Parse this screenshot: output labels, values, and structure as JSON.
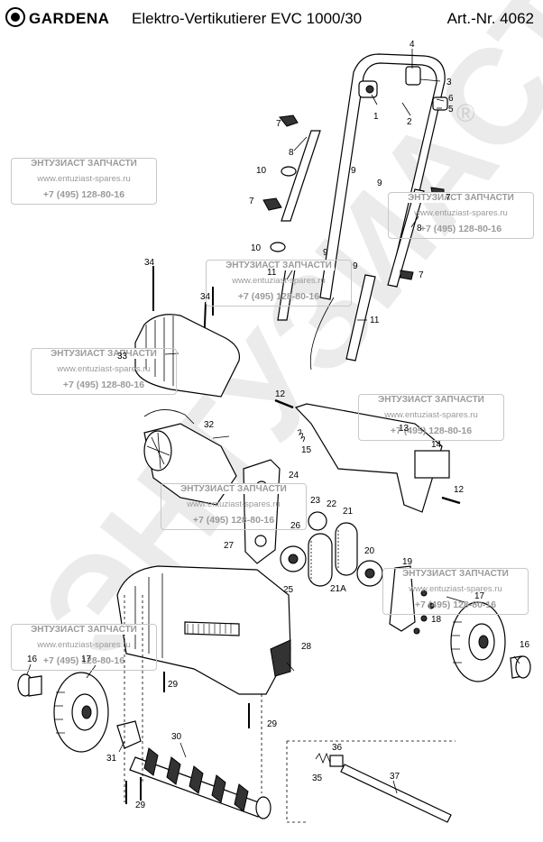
{
  "header": {
    "brand": "GARDENA",
    "title": "Elektro-Vertikutierer EVC 1000/30",
    "article": "Art.-Nr. 4062"
  },
  "watermark": {
    "name": "ЭНТУЗИАСТ ЗАПЧАСТИ",
    "site": "www.entuziast-spares.ru",
    "phone": "+7 (495) 128-80-16",
    "big_text": "ЭНТУЗИАСТ",
    "reg": "®"
  },
  "callouts": [
    "1",
    "2",
    "3",
    "4",
    "5",
    "6",
    "7",
    "7",
    "7",
    "7",
    "8",
    "8",
    "9",
    "9",
    "9",
    "9",
    "10",
    "10",
    "11",
    "11",
    "12",
    "12",
    "13",
    "14",
    "15",
    "16",
    "16",
    "17",
    "17",
    "18",
    "19",
    "20",
    "21",
    "21A",
    "22",
    "23",
    "24",
    "25",
    "26",
    "27",
    "28",
    "29",
    "29",
    "29",
    "30",
    "31",
    "32",
    "33",
    "34",
    "34",
    "35",
    "36",
    "37"
  ]
}
